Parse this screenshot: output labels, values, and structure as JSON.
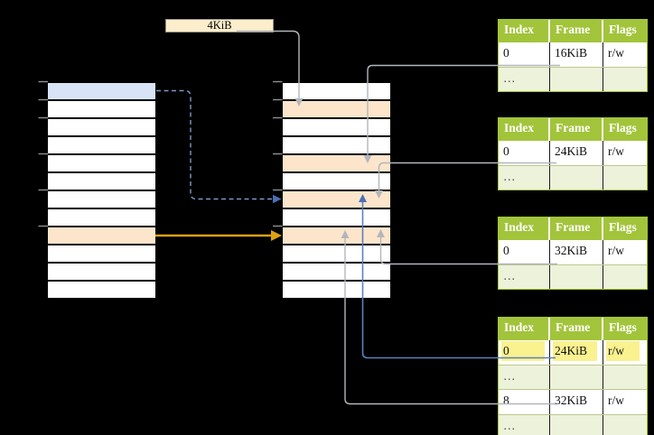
{
  "colors": {
    "background": "#000000",
    "table_header_green": "#a2c43b",
    "table_row_light_green": "#edf2da",
    "highlight_yellow": "#faf18f",
    "page_blue": "#d8e3f7",
    "frame_orange": "#fce5cb",
    "label_box_fill": "#fceecb",
    "arrow_gray": "#b3b6bc",
    "arrow_blue": "#5b80c1",
    "arrow_blue_head": "#4a71b5",
    "arrow_blue_dashed": "#7d97c9",
    "arrow_orange": "#dda012",
    "tick_gray": "#8d9096"
  },
  "label_box": {
    "text": "4KiB"
  },
  "memory_columns": {
    "left": {
      "rows": [
        "blue",
        "white",
        "white",
        "white",
        "white",
        "white",
        "white",
        "white",
        "orange",
        "white",
        "white",
        "white"
      ]
    },
    "middle": {
      "rows": [
        "white",
        "orange",
        "white",
        "white",
        "orange",
        "white",
        "orange",
        "white",
        "orange",
        "white",
        "white",
        "white"
      ]
    }
  },
  "page_tables": [
    {
      "headers": [
        "Index",
        "Frame",
        "Flags"
      ],
      "rows": [
        {
          "type": "entry",
          "cells": [
            "0",
            "16KiB",
            "r/w"
          ]
        },
        {
          "type": "ellipsis",
          "cells": [
            "…",
            "",
            ""
          ]
        }
      ]
    },
    {
      "headers": [
        "Index",
        "Frame",
        "Flags"
      ],
      "rows": [
        {
          "type": "entry",
          "cells": [
            "0",
            "24KiB",
            "r/w"
          ]
        },
        {
          "type": "ellipsis",
          "cells": [
            "…",
            "",
            ""
          ]
        }
      ]
    },
    {
      "headers": [
        "Index",
        "Frame",
        "Flags"
      ],
      "rows": [
        {
          "type": "entry",
          "cells": [
            "0",
            "32KiB",
            "r/w"
          ]
        },
        {
          "type": "ellipsis",
          "cells": [
            "…",
            "",
            ""
          ]
        }
      ]
    },
    {
      "headers": [
        "Index",
        "Frame",
        "Flags"
      ],
      "rows": [
        {
          "type": "entry",
          "highlight": true,
          "cells": [
            "0",
            "24KiB",
            "r/w"
          ]
        },
        {
          "type": "ellipsis",
          "cells": [
            "…",
            "",
            ""
          ]
        },
        {
          "type": "entry",
          "cells": [
            "8",
            "32KiB",
            "r/w"
          ]
        },
        {
          "type": "ellipsis",
          "cells": [
            "…",
            "",
            ""
          ]
        }
      ]
    }
  ],
  "arrows": [
    {
      "from": "4KiB-label",
      "to": "physical-frame-row-2",
      "style": "solid-gray"
    },
    {
      "from": "virtual-page-row-1",
      "to": "physical-frame-row-7",
      "style": "dashed-blue"
    },
    {
      "from": "virtual-page-row-9",
      "to": "physical-frame-row-9",
      "style": "solid-orange"
    },
    {
      "from": "table-1-frame-16KiB",
      "to": "physical-frame-row-5",
      "style": "solid-gray"
    },
    {
      "from": "table-2-frame-24KiB",
      "to": "physical-frame-row-7",
      "style": "solid-gray"
    },
    {
      "from": "table-3-frame-32KiB",
      "to": "physical-frame-row-9",
      "style": "solid-gray"
    },
    {
      "from": "table-4-frame-24KiB",
      "to": "physical-frame-row-7",
      "style": "solid-blue"
    },
    {
      "from": "table-4-frame-32KiB",
      "to": "physical-frame-row-9",
      "style": "solid-gray"
    }
  ]
}
